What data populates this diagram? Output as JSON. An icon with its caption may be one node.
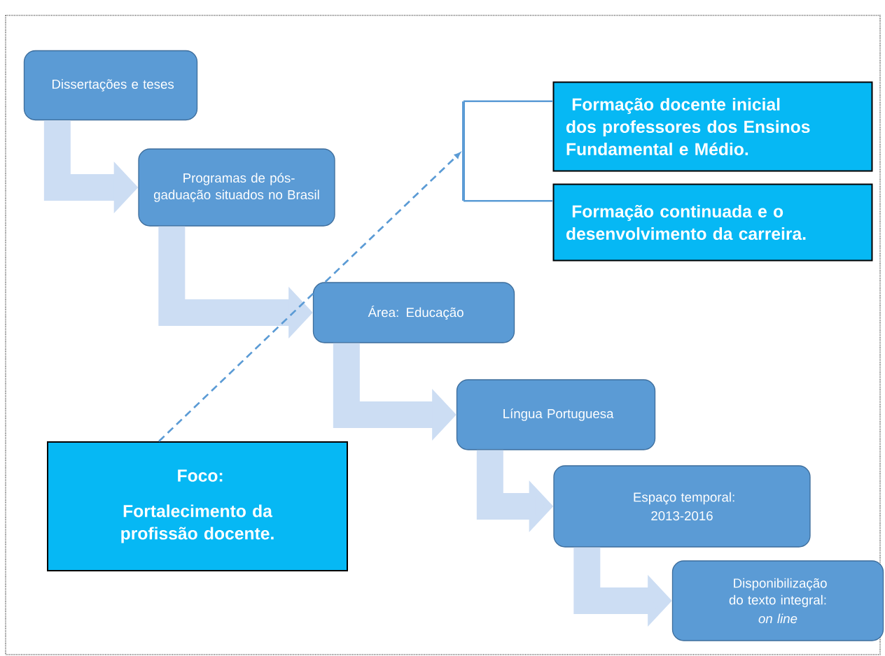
{
  "diagram": {
    "nodes": [
      {
        "text": [
          "Dissertações e teses"
        ]
      },
      {
        "text": [
          "Programas de pós-gaduação situados no Brasil"
        ]
      },
      {
        "text": [
          "Área: Educação"
        ]
      },
      {
        "text": [
          "Língua Portuguesa"
        ]
      },
      {
        "text": [
          "Espaço temporal:",
          "2013-2016"
        ]
      },
      {
        "text": [
          "Disponibilização do texto integral:",
          "on line"
        ]
      },
      {
        "text": [
          "Foco:",
          "Fortalecimento da profissão docente."
        ]
      },
      {
        "text": [
          "Formação docente inicial dos professores dos Ensinos Fundamental e Médio."
        ]
      },
      {
        "text": [
          "Formação continuada e o desenvolvimento da carreira."
        ]
      },
      {
        "text": [],
        "shape": "bracket"
      }
    ],
    "edges": [
      {
        "from": 0,
        "to": 1,
        "arrow": "to"
      },
      {
        "from": 1,
        "to": 2,
        "arrow": "to"
      },
      {
        "from": 2,
        "to": 3,
        "arrow": "to"
      },
      {
        "from": 3,
        "to": 4,
        "arrow": "to"
      },
      {
        "from": 4,
        "to": 5,
        "arrow": "to"
      },
      {
        "from": 6,
        "to": 9,
        "arrow": "to",
        "style": "dashed",
        "color": "#5b9bd5"
      },
      {
        "from": 9,
        "to": 7,
        "arrow": "none",
        "color": "#5b9bd5"
      },
      {
        "from": 9,
        "to": 8,
        "arrow": "none",
        "color": "#5b9bd5"
      }
    ]
  }
}
